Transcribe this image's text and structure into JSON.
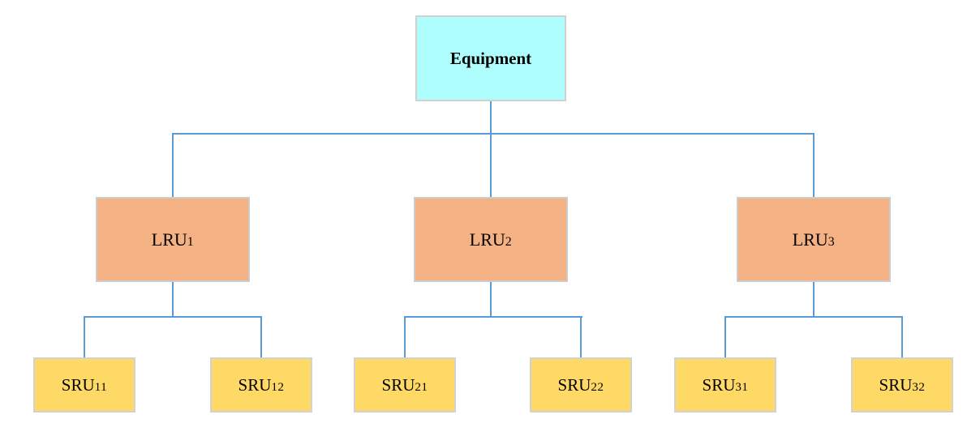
{
  "diagram": {
    "type": "hierarchy-tree",
    "root": {
      "base": "Equipment",
      "sub": "",
      "children": [
        {
          "base": "LRU",
          "sub": "1",
          "children": [
            {
              "base": "SRU",
              "sub": "11"
            },
            {
              "base": "SRU",
              "sub": "12"
            }
          ]
        },
        {
          "base": "LRU",
          "sub": "2",
          "children": [
            {
              "base": "SRU",
              "sub": "21"
            },
            {
              "base": "SRU",
              "sub": "22"
            }
          ]
        },
        {
          "base": "LRU",
          "sub": "3",
          "children": [
            {
              "base": "SRU",
              "sub": "31"
            },
            {
              "base": "SRU",
              "sub": "32"
            }
          ]
        }
      ]
    }
  },
  "colors": {
    "equipment_fill": "#aefefe",
    "lru_fill": "#f4b183",
    "sru_fill": "#ffd966",
    "connector": "#5b9bd5",
    "border": "#d4d0cc",
    "text": "#000000",
    "background": "#ffffff"
  }
}
